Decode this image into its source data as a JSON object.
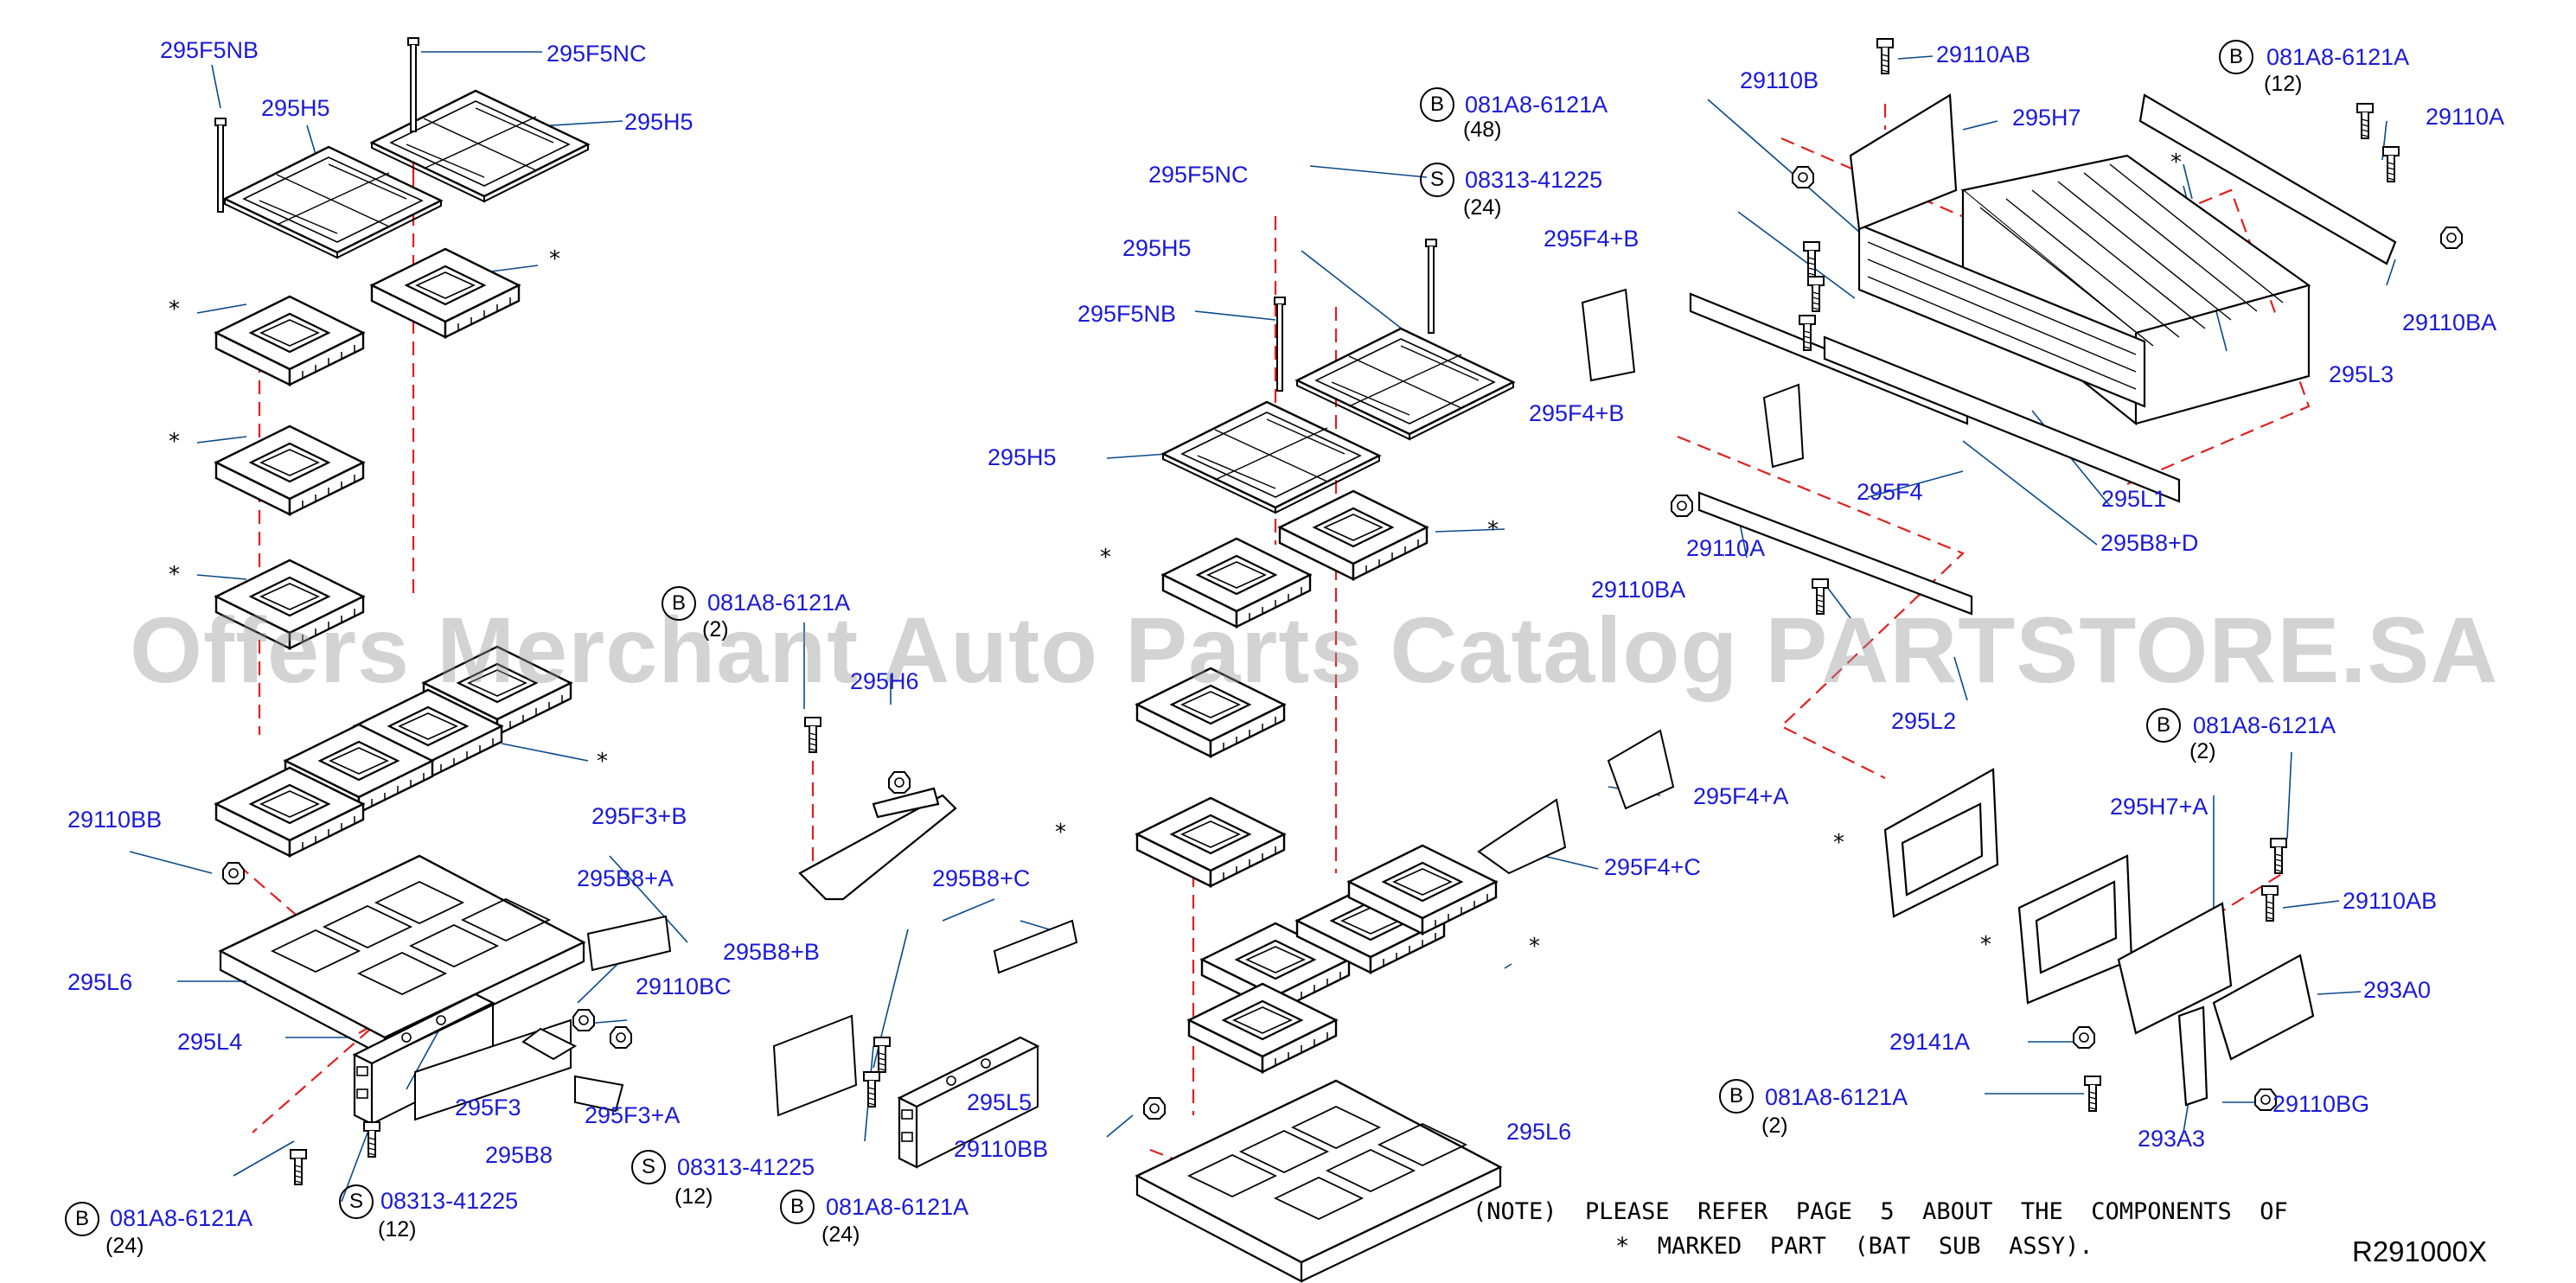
{
  "watermark": "Offers Merchant Auto Parts Catalog PARTSTORE.SA",
  "note": {
    "line1": "(NOTE)  PLEASE  REFER  PAGE  5  ABOUT  THE  COMPONENTS  OF",
    "line2": "*  MARKED  PART  (BAT  SUB  ASSY)."
  },
  "diagram_code": "R291000X",
  "star": "*",
  "circles": {
    "b": "B",
    "s": "S"
  },
  "parts": {
    "p295F5NB_l": "295F5NB",
    "p295F5NC_l": "295F5NC",
    "p295H5_l1": "295H5",
    "p295H5_l2": "295H5",
    "p29110BB_l": "29110BB",
    "p295F3B": "295F3+B",
    "p295B8A": "295B8+A",
    "p295L6_l": "295L6",
    "p29110BC": "29110BC",
    "p295L4": "295L4",
    "p295F3": "295F3",
    "p295F3A": "295F3+A",
    "p295B8": "295B8",
    "b1": "081A8-6121A",
    "s1": "08313-41225",
    "b2": "081A8-6121A",
    "p295H6": "295H6",
    "p295B8B": "295B8+B",
    "p295B8C": "295B8+C",
    "p295L5": "295L5",
    "p29110BB_m": "29110BB",
    "s2": "08313-41225",
    "b3": "081A8-6121A",
    "b4": "081A8-6121A",
    "s3": "08313-41225",
    "p295F5NC_m": "295F5NC",
    "p295H5_m1": "295H5",
    "p295F5NB_m": "295F5NB",
    "p295H5_m2": "295H5",
    "p295F4B1": "295F4+B",
    "p295F4B2": "295F4+B",
    "p295F4A": "295F4+A",
    "p295F4C": "295F4+C",
    "p295L6_m": "295L6",
    "p29110B": "29110B",
    "p29110AB_1": "29110AB",
    "p295H7": "295H7",
    "b5": "081A8-6121A",
    "p29110A_1": "29110A",
    "p29110BA_1": "29110BA",
    "p295L3": "295L3",
    "p295L1": "295L1",
    "p295F4": "295F4",
    "p295B8D": "295B8+D",
    "p29110A_2": "29110A",
    "p29110BA_2": "29110BA",
    "p295L2": "295L2",
    "b6": "081A8-6121A",
    "p295H7A": "295H7+A",
    "p29110AB_2": "29110AB",
    "p293A0": "293A0",
    "p29141A": "29141A",
    "b7": "081A8-6121A",
    "p29110BG": "29110BG",
    "p293A3": "293A3"
  },
  "qty": {
    "q24a": "(24)",
    "q12a": "(12)",
    "q2a": "(2)",
    "q12b": "(12)",
    "q24b": "(24)",
    "q48": "(48)",
    "q24c": "(24)",
    "q12c": "(12)",
    "q2b": "(2)",
    "q2c": "(2)"
  }
}
